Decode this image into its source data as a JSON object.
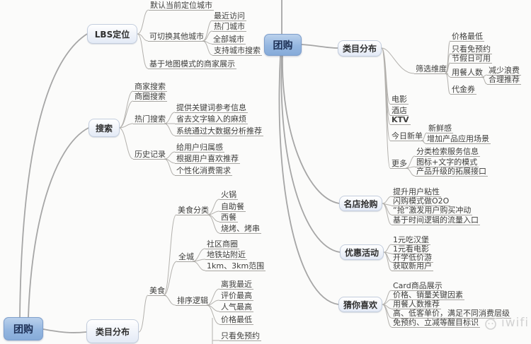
{
  "watermark": {
    "label": "iwifi"
  },
  "left": {
    "root": "团购",
    "lbs": {
      "label": "LBS定位",
      "default_city": "默认当前定位城市",
      "switch_city": "可切换其他城市",
      "switch_children": [
        "最近访问",
        "热门城市",
        "全部城市",
        "支持城市搜索"
      ],
      "map_mode": "基于地图模式的商家展示"
    },
    "search": {
      "label": "搜索",
      "merchant": "商家搜索",
      "district": "商圈搜索",
      "hot": "热门搜索",
      "hot_children": [
        "提供关键词参考信息",
        "省去文字输入的麻烦",
        "系统通过大数据分析推荐"
      ],
      "history": "历史记录",
      "history_children": [
        "给用户归属感",
        "根据用户喜欢推荐",
        "个性化消费需求"
      ]
    },
    "category": {
      "label": "类目分布",
      "food": "美食",
      "food_type": "美食分类",
      "food_type_children": [
        "火锅",
        "自助餐",
        "西餐",
        "烧烤、烤串"
      ],
      "citywide": "全城",
      "citywide_children": [
        "社区商圈",
        "地铁站附近",
        "1km、3km范围"
      ],
      "sort": "排序逻辑",
      "sort_children": [
        "离我最近",
        "评价最高",
        "人气最高",
        "价格最低"
      ],
      "extra": "只看免预约"
    }
  },
  "right": {
    "root": "团购",
    "category": {
      "label": "类目分布",
      "filter": "筛选维度",
      "filter_children": [
        "价格最低",
        "只看免预约",
        "节假日可用",
        "用餐人数",
        "代金券"
      ],
      "diners_children": [
        "减少浪费",
        "合理推荐"
      ],
      "movie": "电影",
      "hotel": "酒店",
      "ktv": "KTV",
      "today": "今日新单",
      "today_children": [
        "新鲜感",
        "增加产品应用场景"
      ],
      "more": "更多",
      "more_children": [
        "分类检索服务信息",
        "图标+文字的模式",
        "产品升级的拓展接口"
      ]
    },
    "flash": {
      "label": "名店抢购",
      "children": [
        "提升用户粘性",
        "闪购模式做O2O",
        "“抢”激发用户购买冲动",
        "基于时间逻辑的流量入口"
      ]
    },
    "promo": {
      "label": "优惠活动",
      "children": [
        "1元吃汉堡",
        "1元看电影",
        "开学低价游",
        "获取新用户"
      ]
    },
    "guess": {
      "label": "猜你喜欢",
      "children": [
        "Card商品展示",
        "价格、销量关键因素",
        "用餐人数推荐",
        "高、低客单价，满足不同消费层级",
        "免预约、立减等醒目标识"
      ]
    }
  }
}
